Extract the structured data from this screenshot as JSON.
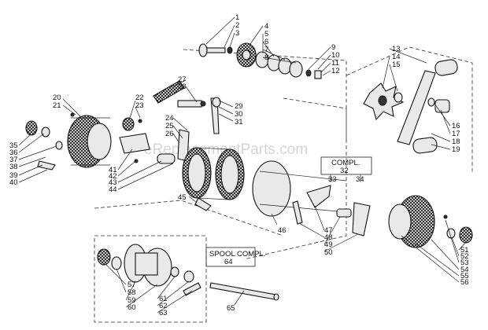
{
  "watermark": "eReplacementParts.com",
  "labels": {
    "n1": "1",
    "n2": "2",
    "n3": "3",
    "n4": "4",
    "n5": "5",
    "n6": "6",
    "n7": "7",
    "n8": "8",
    "n9": "9",
    "n10": "10",
    "n11": "11",
    "n12": "12",
    "n13": "13",
    "n14": "14",
    "n15": "15",
    "n16": "16",
    "n17": "17",
    "n18": "18",
    "n19": "19",
    "n20": "20",
    "n21": "21",
    "n22": "22",
    "n23": "23",
    "n24": "24",
    "n25": "25",
    "n26": "26",
    "n27": "27",
    "n28": "28",
    "n29": "29",
    "n30": "30",
    "n31": "31",
    "n33": "33",
    "n34": "34",
    "n35": "35",
    "n36": "36",
    "n37": "37",
    "n38": "38",
    "n39": "39",
    "n40": "40",
    "n41": "41",
    "n42": "42",
    "n43": "43",
    "n44": "44",
    "n45": "45",
    "n46": "46",
    "n47": "47",
    "n48": "48",
    "n49": "49",
    "n50": "50",
    "n51": "51",
    "n52": "52",
    "n53": "53",
    "n54": "54",
    "n55": "55",
    "n56": "56",
    "n57": "57",
    "n58": "58",
    "n59": "59",
    "n60": "60",
    "n61": "61",
    "n62": "62",
    "n63": "63",
    "n65": "65"
  },
  "compl_box": {
    "title": "COMPL.",
    "number": "32"
  },
  "spool_box": {
    "title": "SPOOL COMPL.",
    "number": "64"
  }
}
